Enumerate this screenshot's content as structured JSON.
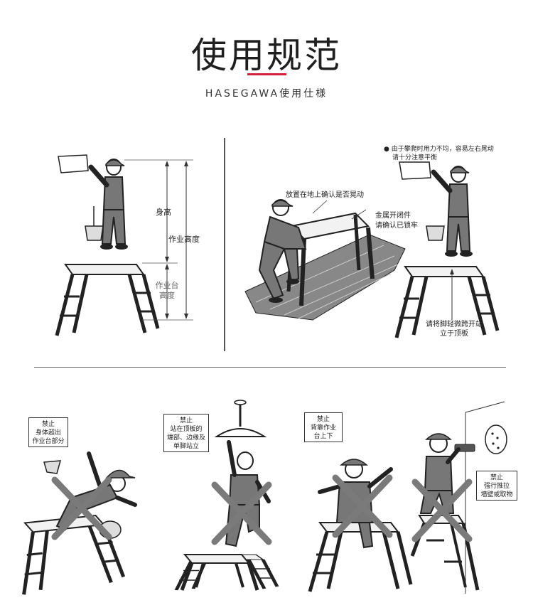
{
  "header": {
    "title": "使用规范",
    "subtitle": "HASEGAWA使用仕様"
  },
  "diagram1": {
    "body_height": "身高",
    "work_height": "作业高度",
    "platform_height_line1": "作业台",
    "platform_height_line2": "高度"
  },
  "diagram2": {
    "ground_check": "放置在地上确认是否晃动",
    "lock_line1": "金属开闭件",
    "lock_line2": "请确认已锁牢"
  },
  "diagram3": {
    "warning_line1": "● 由于攀爬时用力不均，容易左右晃动",
    "warning_line2": "请十分注意平衡",
    "feet_line1": "请将脚轻微跨开站",
    "feet_line2": "立于顶板"
  },
  "prohibitions": [
    {
      "l1": "禁止",
      "l2": "身体超出",
      "l3": "作业台部分"
    },
    {
      "l1": "禁止",
      "l2": "站在顶板的",
      "l3": "端部、边缘及",
      "l4": "单脚站立"
    },
    {
      "l1": "禁止",
      "l2": "背靠作业",
      "l3": "台上下"
    },
    {
      "l1": "禁止",
      "l2": "强行推拉",
      "l3": "墙壁或取物"
    }
  ],
  "colors": {
    "accent": "#d0203a",
    "cross": "#7a7a7a"
  }
}
